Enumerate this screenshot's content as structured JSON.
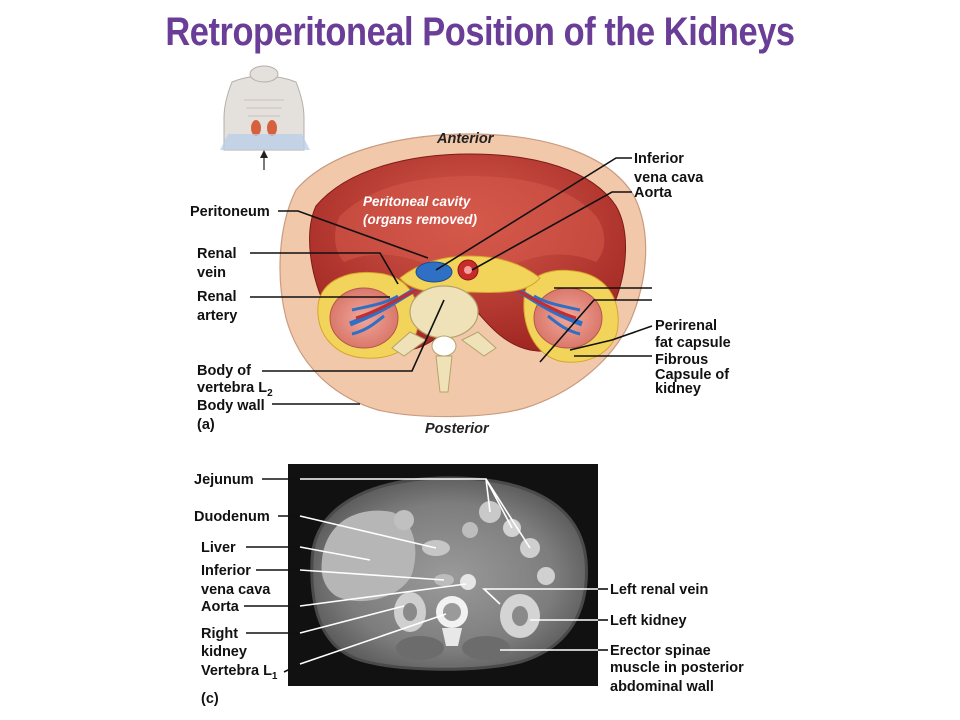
{
  "title": "Retroperitoneal Position of the Kidneys",
  "panel_a": {
    "label": "(a)",
    "orientation": {
      "top": "Anterior",
      "bottom": "Posterior"
    },
    "cavity": [
      "Peritoneal cavity",
      "(organs removed)"
    ],
    "labels": {
      "peritoneum": "Peritoneum",
      "renal_vein": [
        "Renal",
        "vein"
      ],
      "renal_artery": [
        "Renal",
        "artery"
      ],
      "body_vertebra": [
        "Body of",
        "vertebra L"
      ],
      "body_vertebra_sub": "2",
      "body_wall": "Body wall",
      "ivc": [
        "Inferior",
        "vena cava"
      ],
      "aorta": "Aorta",
      "perirenal": [
        "Perirenal",
        "fat capsule"
      ],
      "fibrous": [
        "Fibrous",
        "Capsule of",
        "kidney"
      ]
    }
  },
  "panel_c": {
    "label": "(c)",
    "labels": {
      "jejunum": "Jejunum",
      "duodenum": "Duodenum",
      "liver": "Liver",
      "ivc": [
        "Inferior",
        "vena cava"
      ],
      "aorta": "Aorta",
      "right_kidney": [
        "Right",
        "kidney"
      ],
      "vertebra": "Vertebra L",
      "vertebra_sub": "1",
      "left_renal_vein": "Left renal vein",
      "left_kidney": "Left kidney",
      "erector": [
        "Erector spinae",
        "muscle in posterior",
        "abdominal wall"
      ]
    }
  },
  "colors": {
    "title": "#6a3d97",
    "muscle": "#b8322b",
    "wall": "#f2c8aa",
    "fat": "#f2d45a",
    "vein": "#2f6fc4",
    "artery": "#c92a2a"
  }
}
